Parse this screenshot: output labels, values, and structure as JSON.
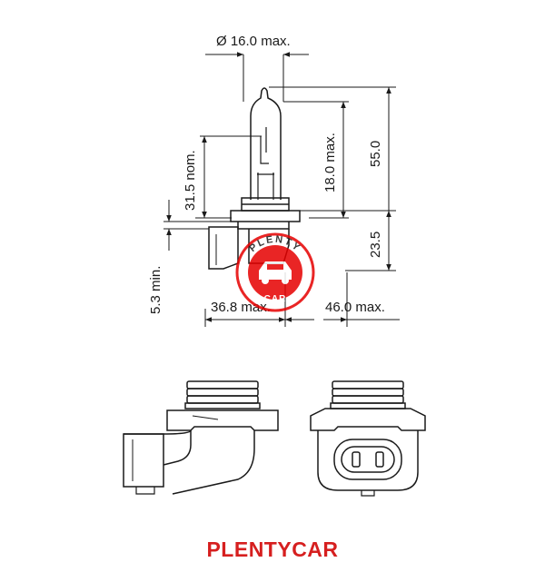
{
  "dimensions": {
    "diameter": "Ø 16.0 max.",
    "nominal_height": "31.5 nom.",
    "length_above_base": "18.0 max.",
    "overall_height": "55.0",
    "base_height": "23.5",
    "min_offset": "5.3 min.",
    "left_width": "36.8 max.",
    "right_width": "46.0 max."
  },
  "watermark": {
    "top_text": "PLENTY",
    "bottom_text": "CAR",
    "color": "#e60000"
  },
  "footer": {
    "brand": "PLENTYCAR",
    "color": "#d61f1f"
  },
  "colors": {
    "line": "#1a1a1a",
    "background": "#ffffff"
  }
}
